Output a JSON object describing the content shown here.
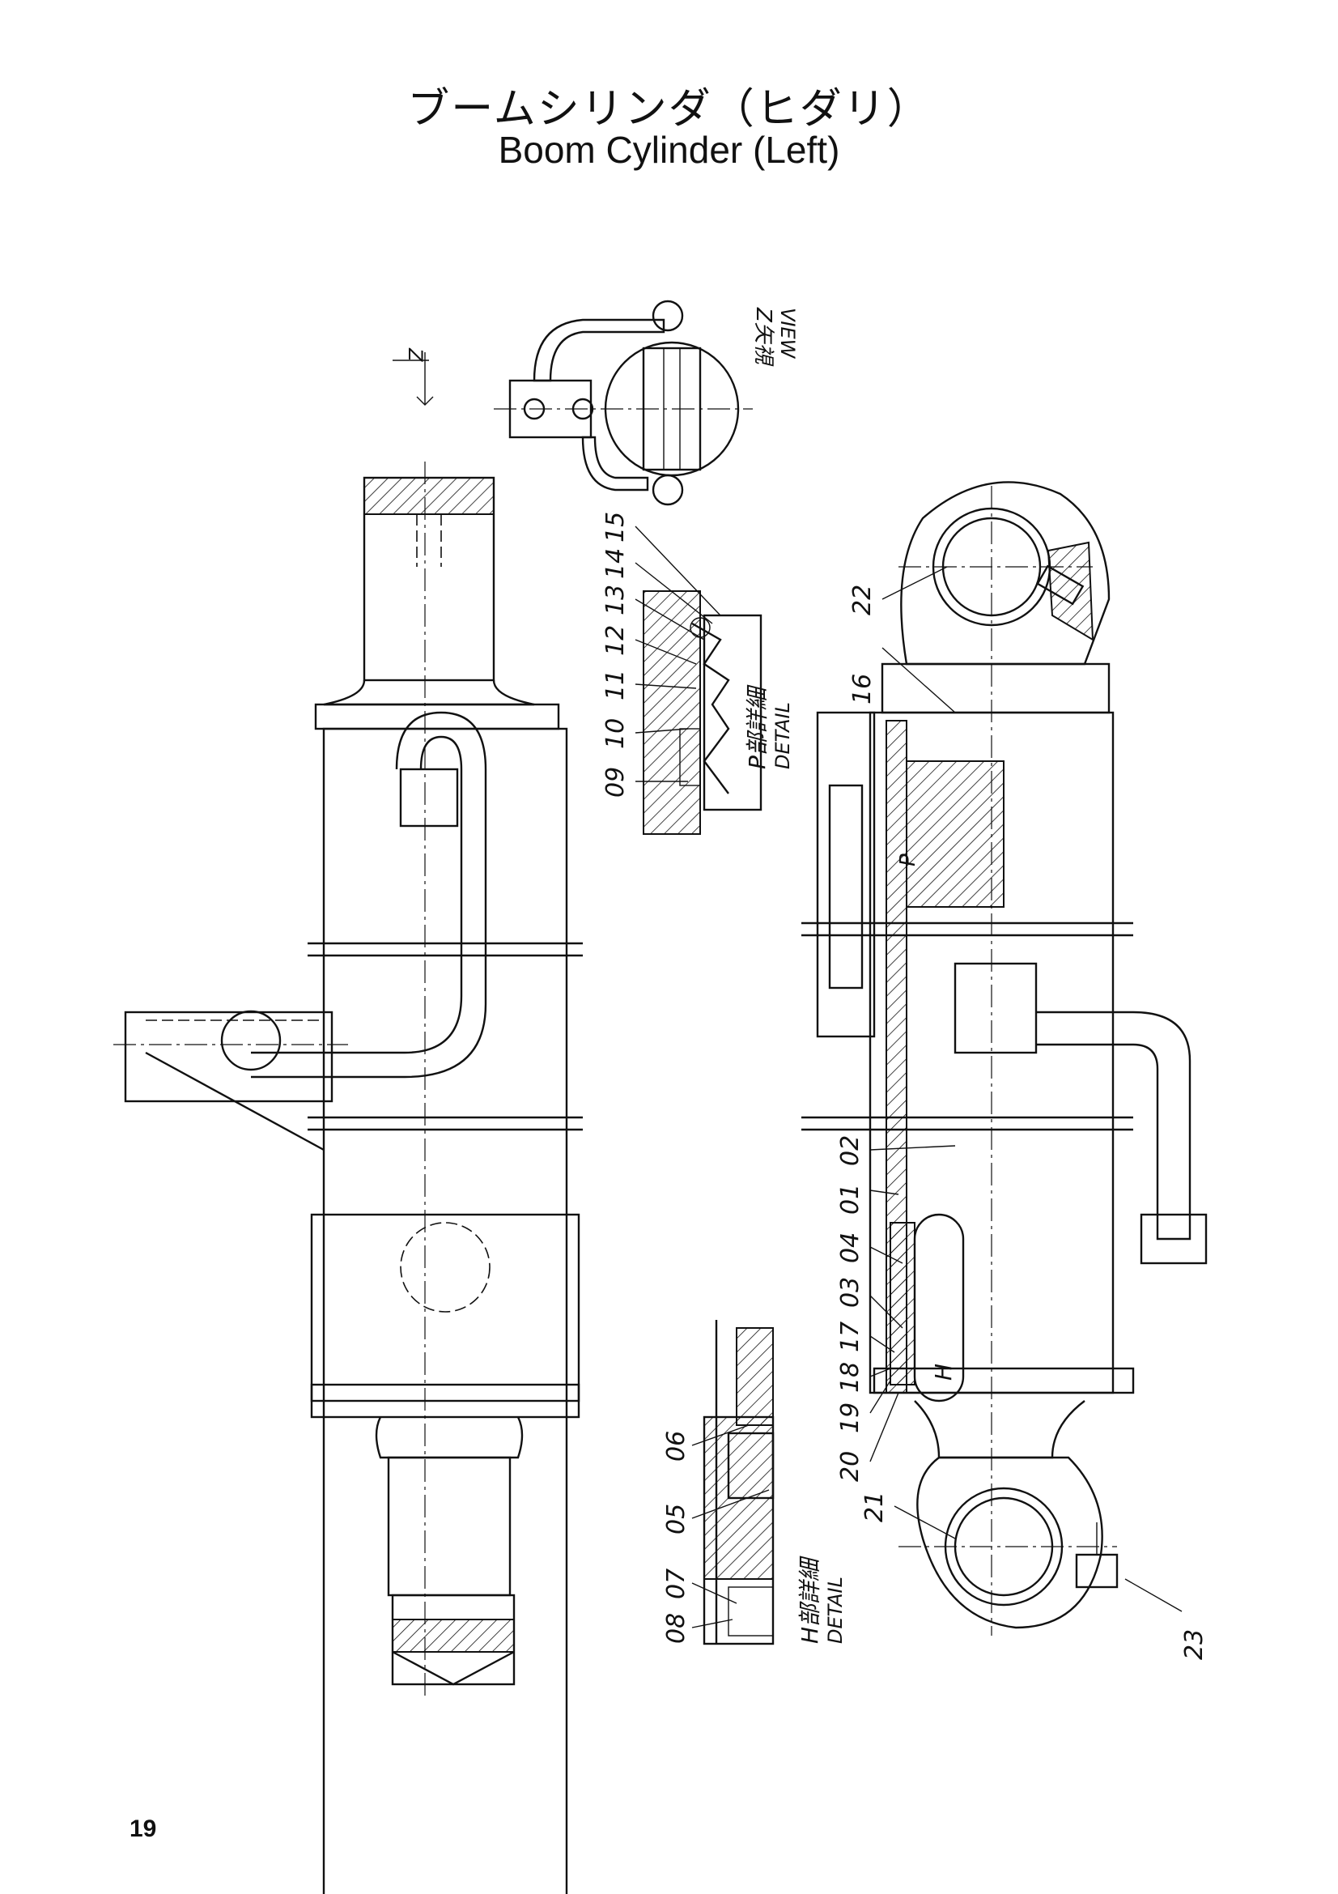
{
  "header": {
    "title_jp": "ブームシリンダ（ヒダリ）",
    "title_en": "Boom Cylinder (Left)"
  },
  "views": {
    "z_arrow": "Z",
    "z_view_jp": "Z矢視",
    "z_view_en": "VIEW",
    "p_detail_jp": "P部詳細",
    "p_detail_en": "DETAIL",
    "h_detail_jp": "H部詳細",
    "h_detail_en": "DETAIL",
    "p_marker": "P",
    "h_marker": "H"
  },
  "p_detail_parts": [
    "09",
    "10",
    "11",
    "12",
    "13",
    "14",
    "15"
  ],
  "h_detail_parts": [
    "08",
    "07",
    "05",
    "06"
  ],
  "main_parts": [
    "16",
    "22",
    "02",
    "01",
    "04",
    "03",
    "17",
    "18",
    "19",
    "20",
    "21",
    "23"
  ],
  "page": {
    "number": "19"
  }
}
